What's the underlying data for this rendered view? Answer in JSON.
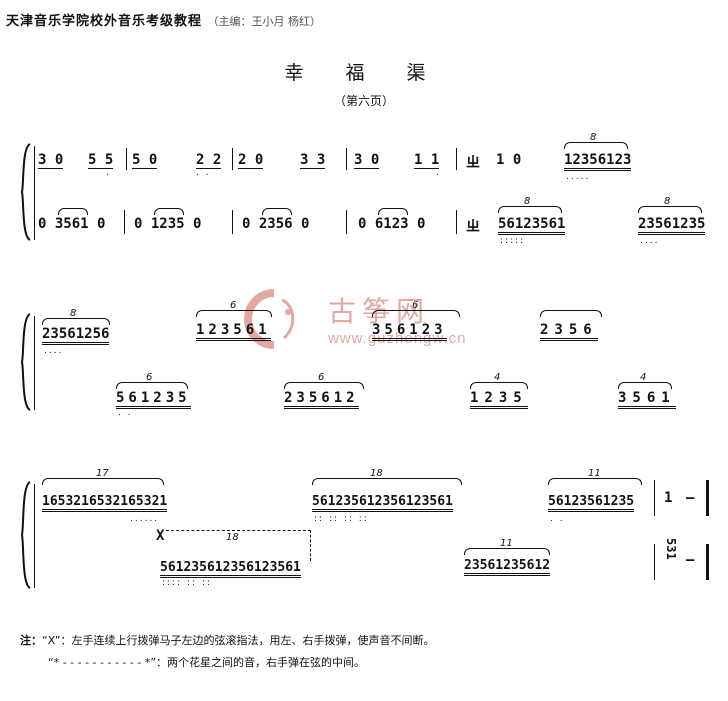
{
  "header": {
    "series": "天津音乐学院校外音乐考级教程",
    "editor": "（主编：王小月 杨红）"
  },
  "title": "幸 福 渠",
  "page": "（第六页）",
  "watermark": {
    "cn": "古筝网",
    "url": "www.guzhengw.cn",
    "color": "#e3a8a2"
  },
  "systems": [
    {
      "upper": [
        "3 0",
        "5 5",
        "5 0",
        "2 2",
        "2 0",
        "3 3",
        "3 0",
        "1 1",
        "ㄓ",
        "1 0",
        "12356123"
      ],
      "lower": [
        "0 3561 0",
        "0 1235 0",
        "0 2356 0",
        "0 6123 0",
        "ㄓ",
        "56123561",
        "23561235"
      ],
      "tuplets": [
        "8",
        "8",
        "8"
      ]
    },
    {
      "upper": [
        "23561256",
        "123561",
        "356123",
        "2356"
      ],
      "lower": [
        "561235",
        "235612",
        "1235",
        "3561"
      ],
      "tuplets": [
        "8",
        "6",
        "6",
        "6",
        "4",
        "4"
      ]
    },
    {
      "upper": [
        "1653216532165321",
        "561235612356123561",
        "56123561235",
        "1",
        "–"
      ],
      "lower": [
        "X",
        "561235612356123561",
        "23561235612",
        "531",
        "–"
      ],
      "tuplets": [
        "17",
        "18",
        "11",
        "18",
        "11"
      ]
    }
  ],
  "notes": {
    "line1_label": "注：",
    "line1": "“X”：左手连续上行拨弹马子左边的弦滚指法，用左、右手拨弹，使声音不间断。",
    "line2": "“* - - - - - - - - - - - *”：两个花星之间的音，右手弹在弦的中间。"
  }
}
